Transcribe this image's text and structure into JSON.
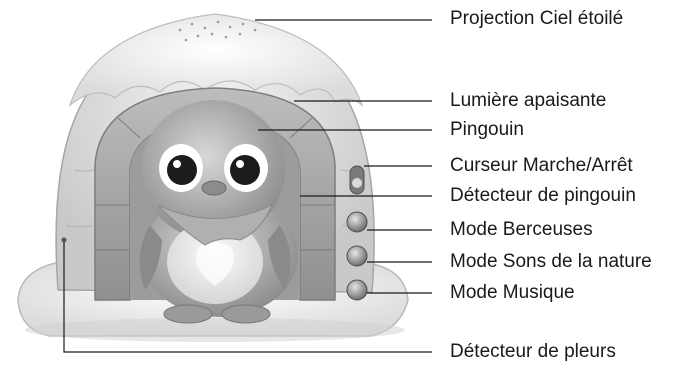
{
  "callouts": [
    {
      "id": "projection",
      "label": "Projection Ciel étoilé"
    },
    {
      "id": "lumiere",
      "label": "Lumière apaisante"
    },
    {
      "id": "pingouin",
      "label": "Pingouin"
    },
    {
      "id": "curseur",
      "label": "Curseur Marche/Arrêt"
    },
    {
      "id": "detecteur-pingouin",
      "label": "Détecteur de pingouin"
    },
    {
      "id": "berceuses",
      "label": "Mode Berceuses"
    },
    {
      "id": "sons-nature",
      "label": "Mode Sons de la nature"
    },
    {
      "id": "musique",
      "label": "Mode Musique"
    },
    {
      "id": "pleurs",
      "label": "Détecteur de pleurs"
    }
  ],
  "icons": {
    "product": "igloo-nightlight-with-penguin-plush"
  }
}
